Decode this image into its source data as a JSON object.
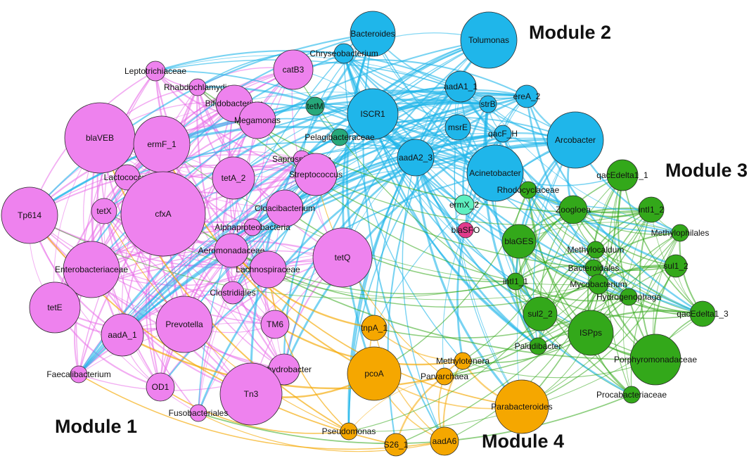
{
  "modules": [
    {
      "label": "Module 1",
      "color": "#ee82ee"
    },
    {
      "label": "Module 2",
      "color": "#1fb6ea"
    },
    {
      "label": "Module 3",
      "color": "#33a81a"
    },
    {
      "label": "Module 4",
      "color": "#f5a700"
    }
  ],
  "extra_colors": {
    "teal": "#26a87a",
    "mint": "#5ef0c0",
    "magenta": "#e23c8c",
    "edge_magenta": "#e86ae8"
  },
  "nodes": [
    {
      "id": "Bacteroides",
      "module": 2
    },
    {
      "id": "Tolumonas",
      "module": 2
    },
    {
      "id": "Chryseobacterium",
      "module": 2
    },
    {
      "id": "aadA1_1",
      "module": 2
    },
    {
      "id": "strB",
      "module": 2
    },
    {
      "id": "ereA_2",
      "module": 2
    },
    {
      "id": "ISCR1",
      "module": 2
    },
    {
      "id": "msrE",
      "module": 2
    },
    {
      "id": "qacF_H",
      "module": 2
    },
    {
      "id": "Arcobacter",
      "module": 2
    },
    {
      "id": "aadA2_3",
      "module": 2
    },
    {
      "id": "Acinetobacter",
      "module": 2
    },
    {
      "id": "Leptotrichiaceae",
      "module": 1
    },
    {
      "id": "catB3",
      "module": 1
    },
    {
      "id": "Rhabdochlamydia",
      "module": 1
    },
    {
      "id": "Bifidobacterium",
      "module": 1
    },
    {
      "id": "blaVEB",
      "module": 1
    },
    {
      "id": "ermF_1",
      "module": 1
    },
    {
      "id": "Megamonas",
      "module": 1
    },
    {
      "id": "Saprospiraceae",
      "module": 1
    },
    {
      "id": "Lactococcus",
      "module": 1
    },
    {
      "id": "tetA_2",
      "module": 1
    },
    {
      "id": "Streptococcus",
      "module": 1
    },
    {
      "id": "Tp614",
      "module": 1
    },
    {
      "id": "tetX",
      "module": 1
    },
    {
      "id": "cfxA",
      "module": 1
    },
    {
      "id": "Cloacibacterium",
      "module": 1
    },
    {
      "id": "Alphaproteobacteria",
      "module": 1
    },
    {
      "id": "Aeromonadaceae",
      "module": 1
    },
    {
      "id": "tetQ",
      "module": 1
    },
    {
      "id": "Enterobacteriaceae",
      "module": 1
    },
    {
      "id": "Lachnospiraceae",
      "module": 1
    },
    {
      "id": "Clostridiales",
      "module": 1
    },
    {
      "id": "tetE",
      "module": 1
    },
    {
      "id": "Prevotella",
      "module": 1
    },
    {
      "id": "aadA_1",
      "module": 1
    },
    {
      "id": "TM6",
      "module": 1
    },
    {
      "id": "Faecalibacterium",
      "module": 1
    },
    {
      "id": "Enhydrobacter",
      "module": 1
    },
    {
      "id": "OD1",
      "module": 1
    },
    {
      "id": "Tn3",
      "module": 1
    },
    {
      "id": "Fusobacteriales",
      "module": 1
    },
    {
      "id": "tetM",
      "module": "teal"
    },
    {
      "id": "Pelagibacteraceae",
      "module": "teal"
    },
    {
      "id": "ermX_2",
      "module": "mint"
    },
    {
      "id": "blaSFO",
      "module": "magenta"
    },
    {
      "id": "qacEdelta1_1",
      "module": 3
    },
    {
      "id": "Rhodocyclaceae",
      "module": 3
    },
    {
      "id": "Zoogloea",
      "module": 3
    },
    {
      "id": "intI1_2",
      "module": 3
    },
    {
      "id": "Methylophilales",
      "module": 3
    },
    {
      "id": "blaGES",
      "module": 3
    },
    {
      "id": "Methylocaldum",
      "module": 3
    },
    {
      "id": "Bacteroidales",
      "module": 3
    },
    {
      "id": "sul1_2",
      "module": 3
    },
    {
      "id": "Mycobacterium",
      "module": 3
    },
    {
      "id": "intI1_1",
      "module": 3
    },
    {
      "id": "Hydrogenophaga",
      "module": 3
    },
    {
      "id": "sul2_2",
      "module": 3
    },
    {
      "id": "ISPps",
      "module": 3
    },
    {
      "id": "qacEdelta1_3",
      "module": 3
    },
    {
      "id": "Paludibacter",
      "module": 3
    },
    {
      "id": "Porphyromonadaceae",
      "module": 3
    },
    {
      "id": "Procabacteriaceae",
      "module": 3
    },
    {
      "id": "tnpA_1",
      "module": 4
    },
    {
      "id": "Methylotenera",
      "module": 4
    },
    {
      "id": "pcoA",
      "module": 4
    },
    {
      "id": "Parvarchaea",
      "module": 4
    },
    {
      "id": "Parabacteroides",
      "module": 4
    },
    {
      "id": "Pseudomonas",
      "module": 4
    },
    {
      "id": "S26_1",
      "module": 4
    },
    {
      "id": "aadA6",
      "module": 4
    }
  ]
}
